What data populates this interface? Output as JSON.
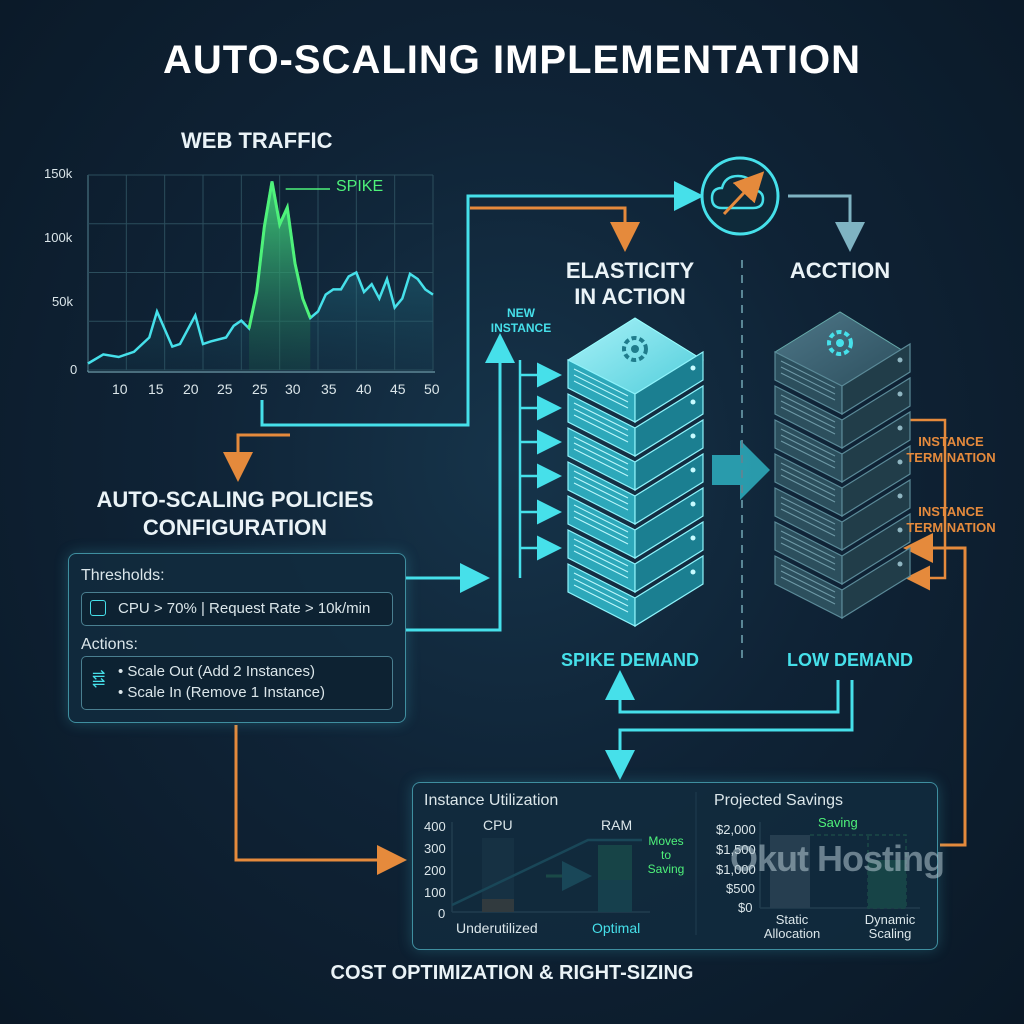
{
  "title": "AUTO-SCALING IMPLEMENTATION",
  "traffic": {
    "title": "WEB TRAFFIC",
    "spike_label": "SPIKE",
    "y_ticks": [
      "150k",
      "100k",
      "50k",
      "0"
    ],
    "x_ticks": [
      "10",
      "15",
      "20",
      "25",
      "30",
      "35",
      "40",
      "45",
      "50"
    ]
  },
  "chart_data": {
    "type": "area",
    "title": "WEB TRAFFIC",
    "xlabel": "",
    "ylabel": "",
    "x": [
      5,
      7,
      9,
      11,
      13,
      14,
      16,
      17,
      19,
      20,
      21,
      23,
      24,
      25,
      26,
      27,
      28,
      29,
      30,
      31,
      32,
      33,
      34,
      35,
      36,
      37,
      38,
      39,
      40,
      41,
      42,
      43,
      44,
      45,
      46,
      47,
      48,
      49,
      50
    ],
    "values": [
      5000,
      12000,
      10000,
      14000,
      25000,
      45000,
      18000,
      20000,
      42000,
      20000,
      22000,
      25000,
      34000,
      38000,
      32000,
      60000,
      110000,
      145000,
      112000,
      125000,
      82000,
      55000,
      40000,
      45000,
      58000,
      62000,
      62000,
      72000,
      75000,
      60000,
      66000,
      55000,
      70000,
      48000,
      55000,
      74000,
      70000,
      62000,
      58000
    ],
    "xlim": [
      5,
      50
    ],
    "ylim": [
      0,
      150000
    ],
    "annotations": [
      "SPIKE"
    ]
  },
  "policies": {
    "title_line1": "AUTO-SCALING POLICIES",
    "title_line2": "CONFIGURATION",
    "thresholds_label": "Thresholds:",
    "threshold_rule": "CPU > 70% | Request Rate > 10k/min",
    "actions_label": "Actions:",
    "action_1": "• Scale Out (Add 2 Instances)",
    "action_2": "• Scale In (Remove 1 Instance)"
  },
  "elasticity": {
    "title_line1": "ELASTICITY",
    "title_line2": "IN ACTION",
    "new_instance_line1": "NEW",
    "new_instance_line2": "INSTANCE",
    "spike_demand": "SPIKE DEMAND"
  },
  "action": {
    "title": "ACCTION",
    "termination_1_line1": "INSTANCE",
    "termination_1_line2": "TERMINATION",
    "termination_2_line1": "INSTANCE",
    "termination_2_line2": "TERMINATION",
    "low_demand": "LOW DEMAND"
  },
  "cost": {
    "utilization_title": "Instance Utilization",
    "util_y_ticks": [
      "400",
      "300",
      "200",
      "100",
      "0"
    ],
    "cpu_label": "CPU",
    "ram_label": "RAM",
    "moves_line1": "Moves",
    "moves_line2": "to",
    "moves_line3": "Saving",
    "underutilized": "Underutilized",
    "optimal": "Optimal",
    "savings_title": "Projected Savings",
    "savings_y_ticks": [
      "$2,000",
      "$1,500",
      "$1,000",
      "$500",
      "$0"
    ],
    "saving_label": "Saving",
    "static_line1": "Static",
    "static_line2": "Allocation",
    "dynamic_line1": "Dynamic",
    "dynamic_line2": "Scaling",
    "footer": "COST OPTIMIZATION & RIGHT-SIZING"
  },
  "watermark": "Okut Hosting",
  "colors": {
    "cyan": "#46e0ea",
    "orange": "#e58a3c",
    "green": "#4ef27a",
    "background": "#0f2336"
  }
}
